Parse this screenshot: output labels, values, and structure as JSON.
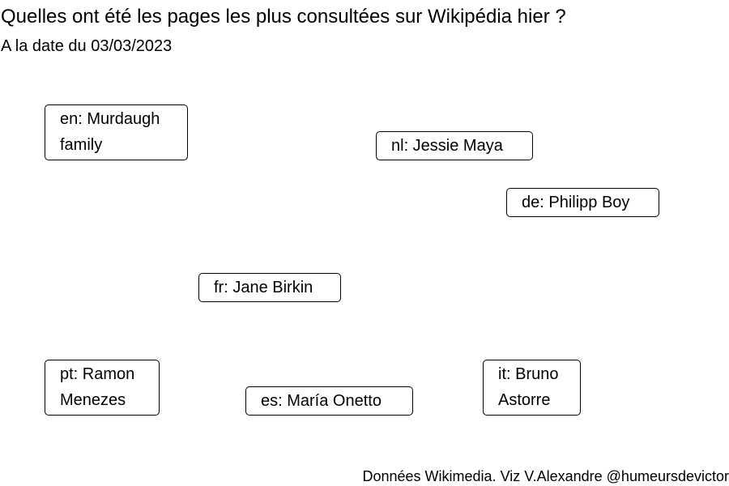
{
  "title": "Quelles ont été les pages les plus consultées sur Wikipédia hier ?",
  "subtitle": "A la date du 03/03/2023",
  "caption": "Données Wikimedia. Viz V.Alexandre @humeursdevictor",
  "chart_data": {
    "type": "text-labels",
    "title": "Quelles ont été les pages les plus consultées sur Wikipédia hier ?",
    "subtitle": "A la date du 03/03/2023",
    "caption": "Données Wikimedia. Viz V.Alexandre @humeursdevictor",
    "labels": [
      {
        "lang": "en",
        "lines": [
          "en: Murdaugh",
          "family"
        ]
      },
      {
        "lang": "nl",
        "lines": [
          "nl: Jessie Maya"
        ]
      },
      {
        "lang": "de",
        "lines": [
          "de: Philipp Boy"
        ]
      },
      {
        "lang": "fr",
        "lines": [
          "fr: Jane Birkin"
        ]
      },
      {
        "lang": "pt",
        "lines": [
          "pt: Ramon",
          "Menezes"
        ]
      },
      {
        "lang": "es",
        "lines": [
          "es: María Onetto"
        ]
      },
      {
        "lang": "it",
        "lines": [
          "it: Bruno",
          "Astorre"
        ]
      }
    ]
  }
}
